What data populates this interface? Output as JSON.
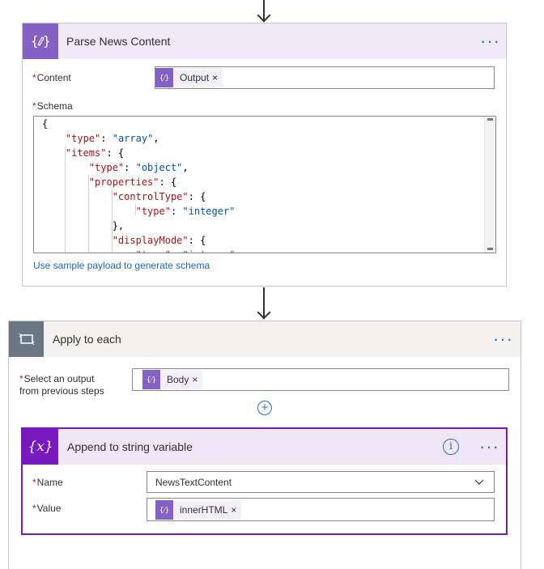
{
  "parse_card": {
    "title": "Parse News Content",
    "icon": "json-edit-icon",
    "content_label": "Content",
    "content_token": "Output",
    "schema_label": "Schema",
    "schema_lines": [
      "{",
      "    \"type\": \"array\",",
      "    \"items\": {",
      "        \"type\": \"object\",",
      "        \"properties\": {",
      "            \"controlType\": {",
      "                \"type\": \"integer\"",
      "            },",
      "            \"displayMode\": {",
      "                \"type\": \"integer\""
    ],
    "sample_link": "Use sample payload to generate schema",
    "color": "#8661c5"
  },
  "apply_card": {
    "title": "Apply to each",
    "icon": "loop-icon",
    "select_label_line1": "Select an output",
    "select_label_line2": "from previous steps",
    "select_token": "Body",
    "color": "#6b7785"
  },
  "append_card": {
    "title": "Append to string variable",
    "icon": "variable-icon",
    "name_label": "Name",
    "name_value": "NewsTextContent",
    "value_label": "Value",
    "value_token": "innerHTML",
    "accent": "#7a18c0"
  },
  "common": {
    "more": "···",
    "remove": "×",
    "token_icon": "{⁄}",
    "required": "*",
    "link_color": "#2266b8"
  }
}
